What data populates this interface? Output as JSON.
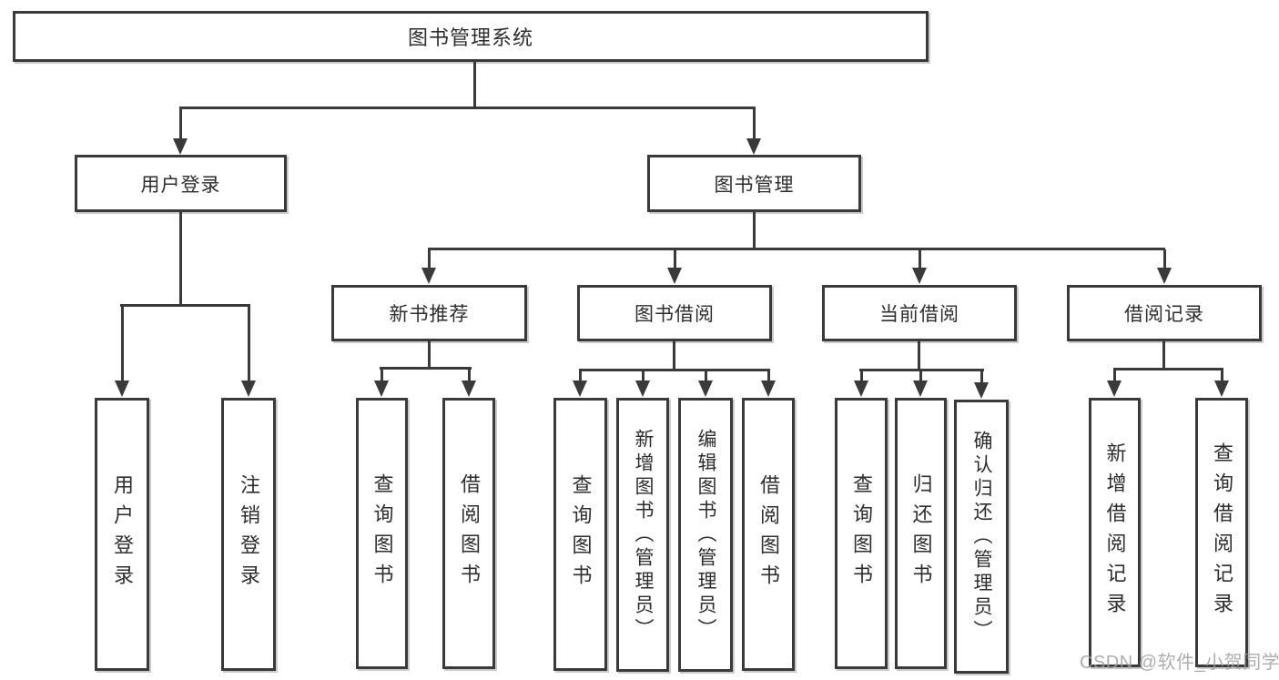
{
  "page": {
    "background": "#ffffff"
  },
  "colors": {
    "box_border": "#3a3a3a",
    "box_fill": "#ffffff",
    "text": "#2d2d2d",
    "line": "#3a3a3a",
    "watermark": "#a0a0a0"
  },
  "diagram": {
    "root": {
      "label": "图书管理系统"
    },
    "level2": {
      "user_login": "用户登录",
      "book_mgmt": "图书管理"
    },
    "level3": {
      "new_books": "新书推荐",
      "book_borrow": "图书借阅",
      "current_borrow": "当前借阅",
      "borrow_records": "借阅记录"
    },
    "leaves": {
      "user_login": [
        "用户登录",
        "注销登录"
      ],
      "new_books": [
        "查询图书",
        "借阅图书"
      ],
      "book_borrow": [
        "查询图书",
        "新增图书（管理员）",
        "编辑图书（管理员）",
        "借阅图书"
      ],
      "current_borrow": [
        "查询图书",
        "归还图书",
        "确认归还（管理员）"
      ],
      "borrow_records": [
        "新增借阅记录",
        "查询借阅记录"
      ]
    }
  },
  "watermark": {
    "text": "CSDN @软件_小贺同学"
  }
}
